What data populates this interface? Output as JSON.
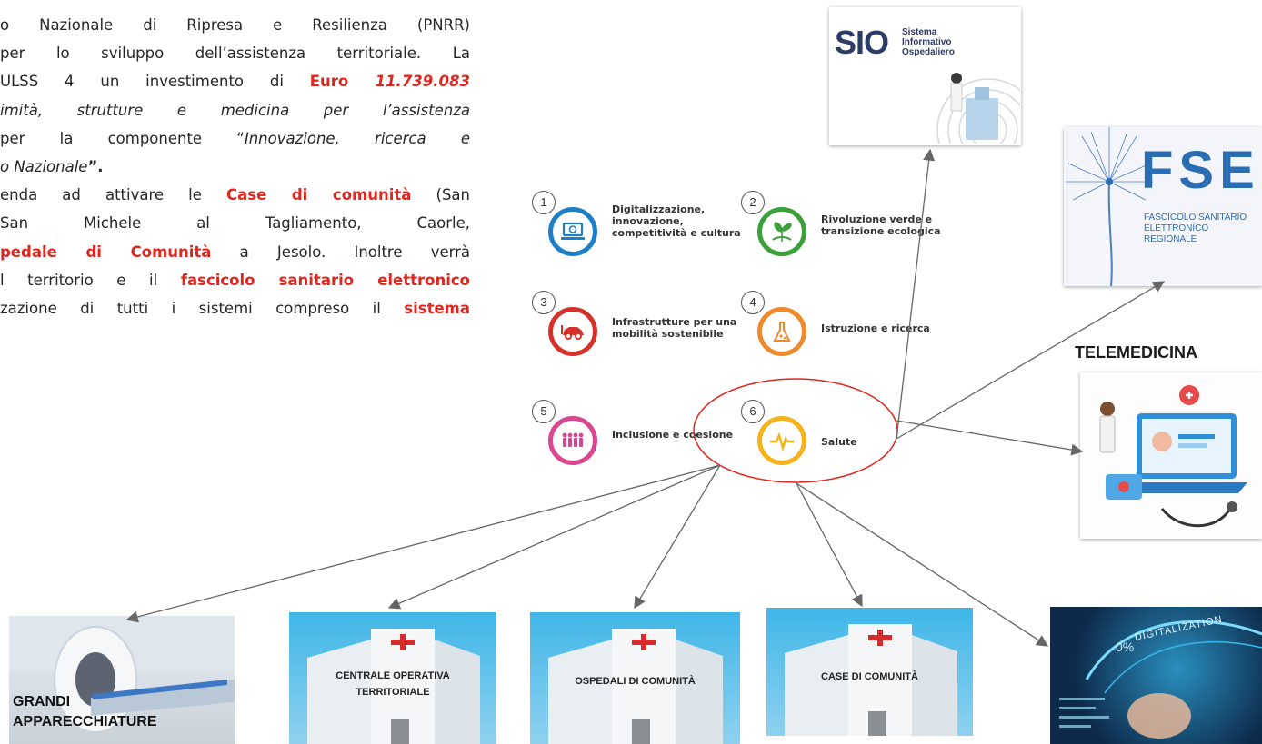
{
  "intro": {
    "line1": "o Nazionale di Ripresa e Resilienza (PNRR)",
    "line2": "per lo sviluppo dell’assistenza territoriale. La",
    "line3a": "ULSS 4 un investimento di ",
    "line3b": "Euro ",
    "line3c": "11.739.083",
    "line4": "imità, strutture e medicina per l’assistenza",
    "line5a": "per la componente “",
    "line5b": "Innovazione, ricerca e",
    "line6a": "o Nazionale",
    "line6b": "”.",
    "line7a": "enda ad attivare  le ",
    "line7b": "Case di comunità",
    "line7c": " (San",
    "line8": "San  Michele  al  Tagliamento,  Caorle,",
    "line9a": "pedale di Comunità",
    "line9b": " a Jesolo. Inoltre verrà",
    "line10a": "l territorio e il ",
    "line10b": "fascicolo sanitario elettronico",
    "line11a": "zazione di tutti i sistemi compreso il ",
    "line11b": "sistema"
  },
  "missions": [
    {
      "num": "1",
      "label": "Digitalizzazione, innovazione, competitività e cultura",
      "color": "#1f7fc6",
      "icon": "laptop-icon"
    },
    {
      "num": "2",
      "label": "Rivoluzione verde e transizione ecologica",
      "color": "#3aa13a",
      "icon": "plant-icon"
    },
    {
      "num": "3",
      "label": "Infrastrutture per una mobilità sostenibile",
      "color": "#d6312b",
      "icon": "car-icon"
    },
    {
      "num": "4",
      "label": "Istruzione e ricerca",
      "color": "#ef8a2a",
      "icon": "flask-icon"
    },
    {
      "num": "5",
      "label": "Inclusione e coesione",
      "color": "#d8478f",
      "icon": "people-icon"
    },
    {
      "num": "6",
      "label": "Salute",
      "color": "#f4b31b",
      "icon": "pulse-icon"
    }
  ],
  "sio": {
    "logo": "SIO",
    "sub1": "Sistema",
    "sub2": "Informativo",
    "sub3": "Ospedaliero"
  },
  "fse": {
    "logo": "FSE",
    "sub1": "FASCICOLO SANITARIO",
    "sub2": "ELETTRONICO REGIONALE"
  },
  "telemedicina": "TELEMEDICINA",
  "boxes": {
    "grandi1": "GRANDI",
    "grandi2": "APPARECCHIATURE",
    "centrale1": "CENTRALE OPERATIVA",
    "centrale2": "TERRITORIALE",
    "ospedali": "OSPEDALI DI COMUNITÀ",
    "case": "CASE DI COMUNITÀ"
  },
  "digital": {
    "label": "DIGITALIZATION",
    "pct": "0%"
  },
  "colors": {
    "arrow": "#666666",
    "ellipse": "#e0271f",
    "red_text": "#e0271f"
  }
}
